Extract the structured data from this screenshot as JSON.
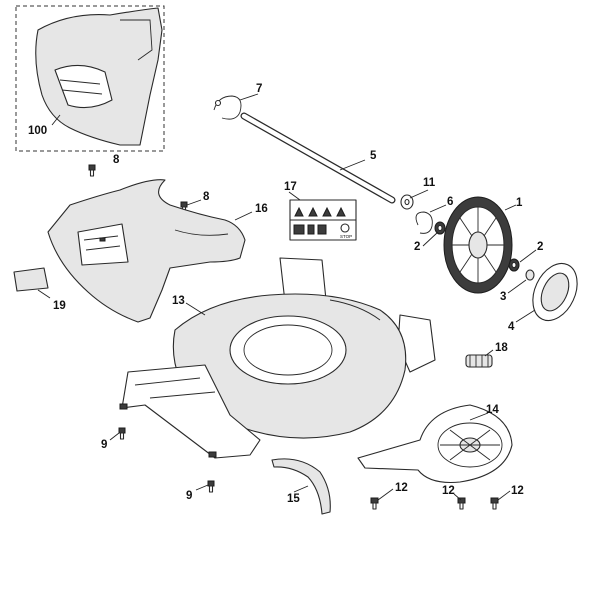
{
  "callouts": [
    {
      "text": "100"
    },
    {
      "text": "8"
    },
    {
      "text": "7"
    },
    {
      "text": "5"
    },
    {
      "text": "17"
    },
    {
      "text": "8"
    },
    {
      "text": "16"
    },
    {
      "text": "11"
    },
    {
      "text": "1"
    },
    {
      "text": "6"
    },
    {
      "text": "2"
    },
    {
      "text": "2"
    },
    {
      "text": "3"
    },
    {
      "text": "4"
    },
    {
      "text": "13"
    },
    {
      "text": "19"
    },
    {
      "text": "18"
    },
    {
      "text": "14"
    },
    {
      "text": "9"
    },
    {
      "text": "9"
    },
    {
      "text": "15"
    },
    {
      "text": "12"
    },
    {
      "text": "12"
    },
    {
      "text": "12"
    }
  ],
  "decal": {
    "stop_text": "STOP"
  }
}
